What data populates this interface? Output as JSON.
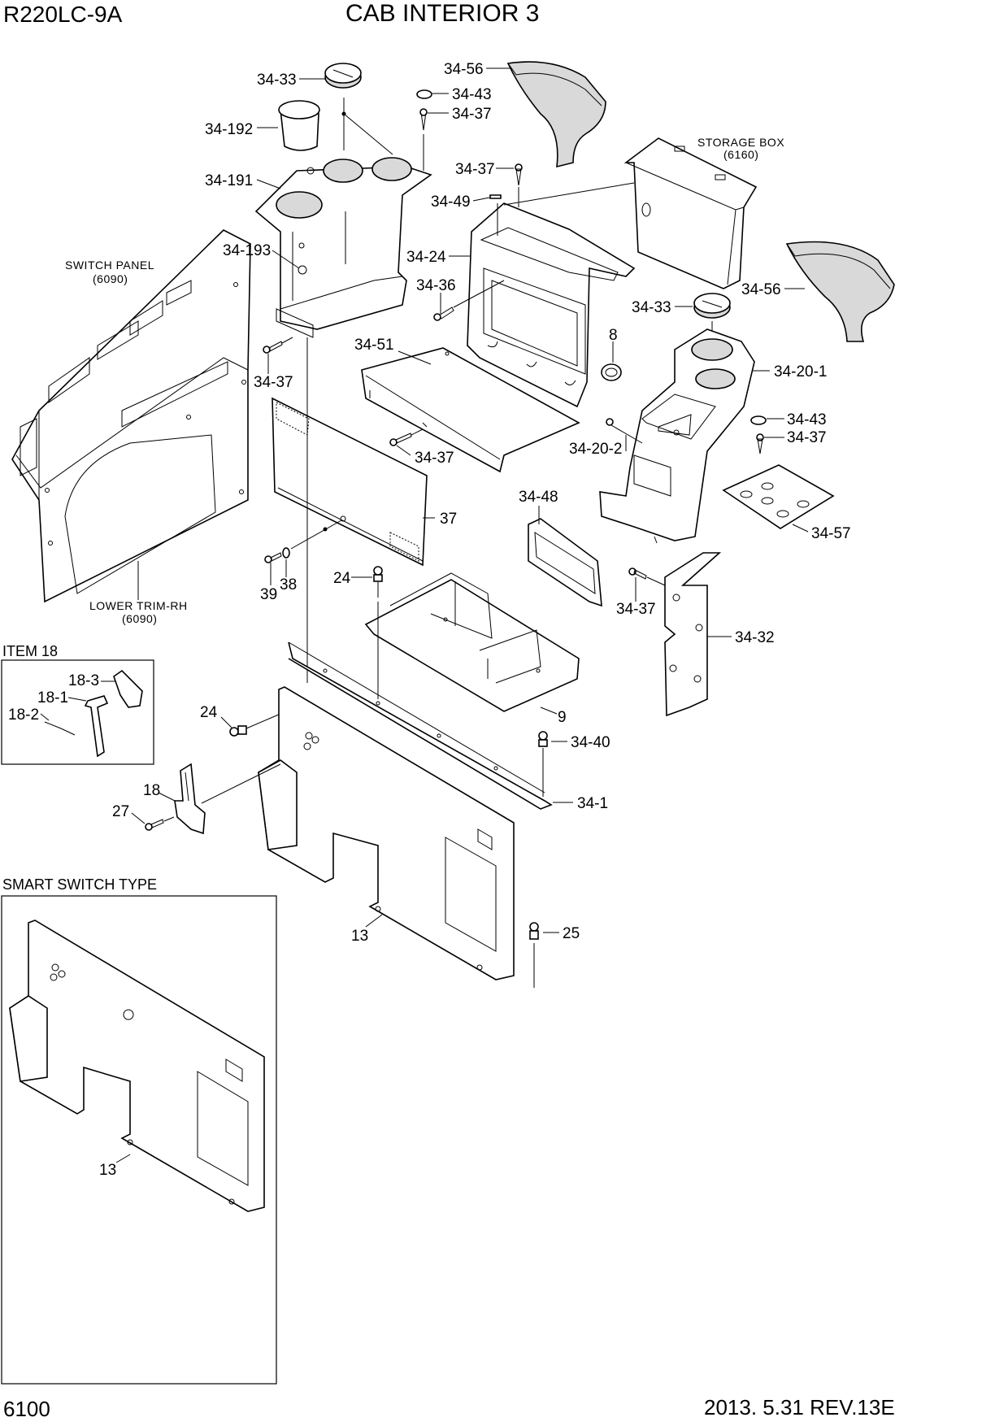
{
  "header": {
    "model": "R220LC-9A",
    "title": "CAB INTERIOR 3"
  },
  "footer": {
    "page": "6100",
    "revision": "2013. 5.31  REV.13E"
  },
  "boxes": {
    "item18": "ITEM 18",
    "smart_switch": "SMART SWITCH TYPE"
  },
  "notes": {
    "storage_box": [
      "STORAGE BOX",
      "(6160)"
    ],
    "switch_panel": [
      "SWITCH PANEL",
      "(6090)"
    ],
    "lower_trim": [
      "LOWER TRIM-RH",
      "(6090)"
    ]
  },
  "callouts": [
    "34-33",
    "34-192",
    "34-191",
    "34-193",
    "34-37",
    "34-56",
    "34-43",
    "34-37",
    "34-37",
    "34-49",
    "34-24",
    "34-36",
    "34-51",
    "34-37",
    "37",
    "8",
    "34-33",
    "34-56",
    "34-20-1",
    "34-43",
    "34-37",
    "34-20-2",
    "34-57",
    "34-48",
    "34-37",
    "34-32",
    "24",
    "39",
    "38",
    "9",
    "24",
    "34-40",
    "34-1",
    "18",
    "27",
    "13",
    "25",
    "18-3",
    "18-1",
    "18-2",
    "13"
  ]
}
